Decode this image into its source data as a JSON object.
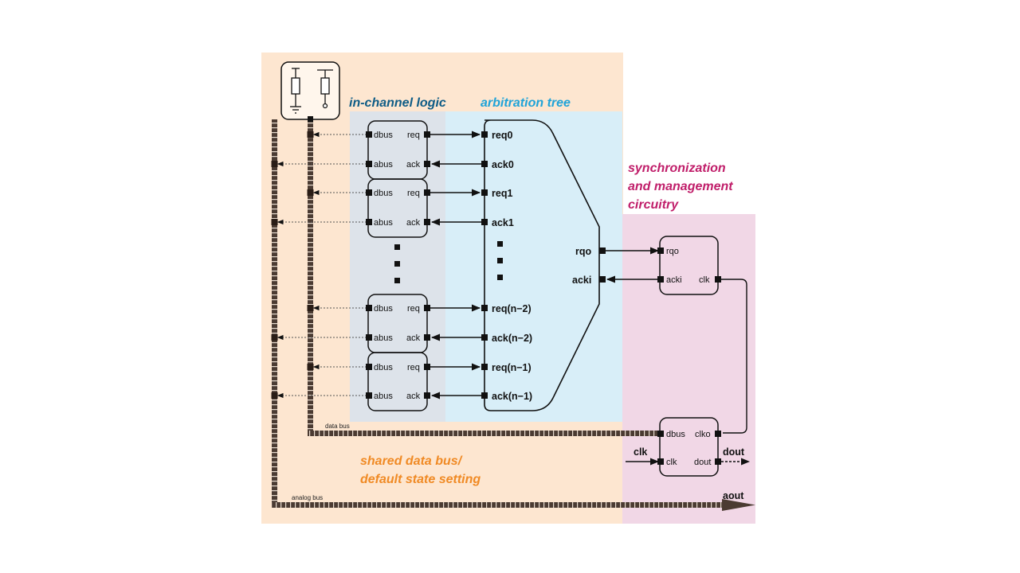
{
  "sections": {
    "in_channel": "in-channel logic",
    "arbitration": "arbitration tree",
    "sync_line1": "synchronization",
    "sync_line2": "and management",
    "sync_line3": "circuitry",
    "shared_line1": "shared data bus/",
    "shared_line2": "default state setting"
  },
  "channel": {
    "dbus": "dbus",
    "req": "req",
    "abus": "abus",
    "ack": "ack"
  },
  "arbiter": {
    "inputs": [
      "req0",
      "ack0",
      "req1",
      "ack1",
      "req(n−2)",
      "ack(n−2)",
      "req(n−1)",
      "ack(n−1)"
    ],
    "rqo": "rqo",
    "acki": "acki"
  },
  "sync_block": {
    "rqo": "rqo",
    "acki": "acki",
    "clk": "clk"
  },
  "out_block": {
    "dbus": "dbus",
    "clko": "clko",
    "clk": "clk",
    "dout": "dout"
  },
  "signals": {
    "clk": "clk",
    "dout": "dout",
    "aout": "aout"
  },
  "buses": {
    "data": "data bus",
    "analog": "analog bus"
  },
  "colors": {
    "in_channel": "#0f5c86",
    "arbitration": "#1fa3d8",
    "sync": "#c01e6a",
    "shared": "#f08a24",
    "shared_bg": "#fde6d0",
    "in_channel_bg": "#dde3ea",
    "arbitration_bg": "#d8eef8",
    "sync_bg": "#f1d7e6"
  }
}
